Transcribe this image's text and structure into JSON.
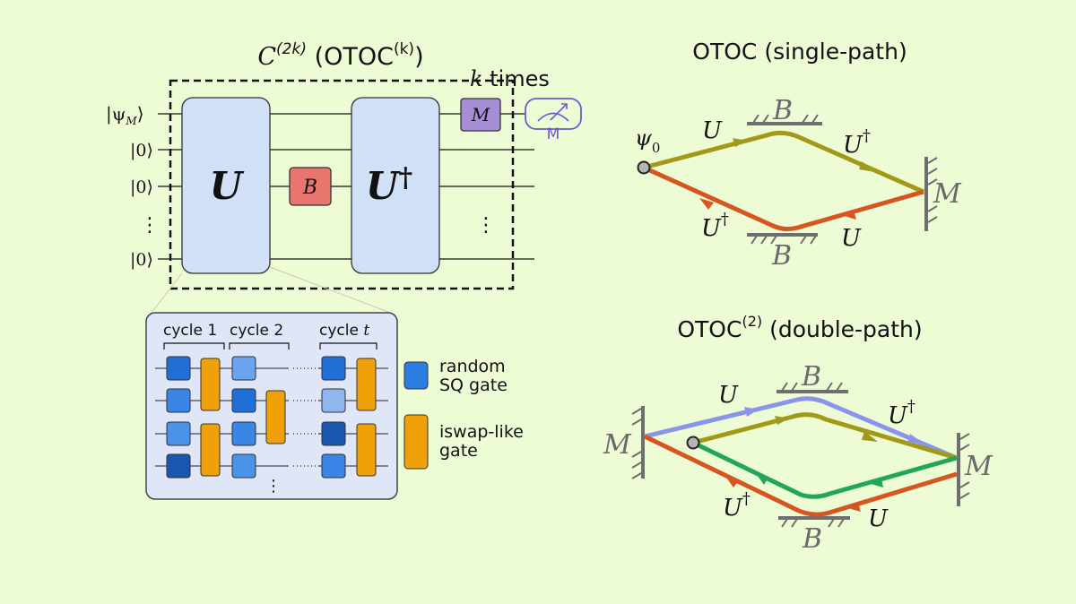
{
  "colors": {
    "background": "#eefcd6",
    "block_fill": "#cfe0f7",
    "b_gate_fill": "#e8766e",
    "m_gate_fill": "#a58ed6",
    "meter_color": "#6c5ad0",
    "path_olive": "#a09a18",
    "path_orange": "#d7561f",
    "path_blue": "#8a94ea",
    "path_green": "#23a65a",
    "wall": "#6e6e6e",
    "sq_gate": "#2a7ee0",
    "iswap_gate": "#f0a10a"
  },
  "circuit": {
    "title_prefix": "C",
    "title_sup": "(2k)",
    "title_open": " (OTOC",
    "title_sup2": "(k)",
    "title_close": ")",
    "k_label": "k",
    "times_label": " times",
    "wire_labels": [
      "|ψ",
      "M",
      "⟩",
      "|0⟩",
      "|0⟩",
      "|0⟩"
    ],
    "vdots": "⋮",
    "u_label": "U",
    "udag_label": "U",
    "dagger": "†",
    "b_label": "B",
    "m_label": "M",
    "meter_label": "M"
  },
  "inset": {
    "cycle1": "cycle 1",
    "cycle2": "cycle 2",
    "cyclet_prefix": "cycle ",
    "cyclet_var": "t",
    "legend_sq_line1": "random",
    "legend_sq_line2": "SQ gate",
    "legend_iswap_line1": "iswap-like",
    "legend_iswap_line2": "gate"
  },
  "single": {
    "title": "OTOC  (single-path)",
    "psi": "ψ",
    "psi_sub": "0",
    "u_top": "U",
    "udag_top": "U",
    "dagger": "†",
    "b_top": "B",
    "m_right": "M",
    "udag_bot": "U",
    "u_bot": "U",
    "b_bot": "B"
  },
  "double": {
    "title_prefix": "OTOC",
    "title_sup": "(2)",
    "title_suffix": " (double-path)",
    "m_left": "M",
    "u_top": "U",
    "b_top": "B",
    "udag_top": "U",
    "dagger": "†",
    "m_right": "M",
    "udag_bot": "U",
    "b_bot": "B",
    "u_bot": "U"
  }
}
